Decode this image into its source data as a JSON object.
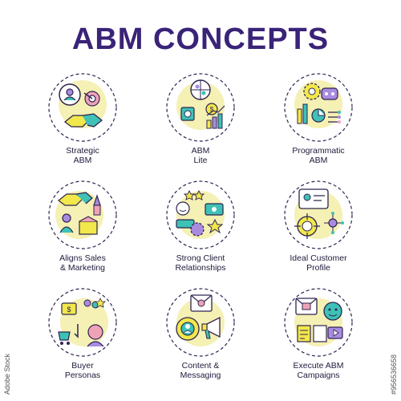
{
  "title": "ABM CONCEPTS",
  "colors": {
    "title": "#3a2378",
    "outline": "#2d2450",
    "yellow": "#f2e84b",
    "teal": "#3ec1b6",
    "purple": "#a98be0",
    "pink": "#f0a2b8",
    "halo": "#f5f0b4"
  },
  "icons": [
    {
      "name": "strategic-abm-icon",
      "label": "Strategic\nABM"
    },
    {
      "name": "abm-lite-icon",
      "label": "ABM\nLite"
    },
    {
      "name": "programmatic-abm-icon",
      "label": "Programmatic\nABM"
    },
    {
      "name": "aligns-sales-marketing-icon",
      "label": "Aligns Sales\n& Marketing"
    },
    {
      "name": "strong-client-relationships-icon",
      "label": "Strong Client\nRelationships"
    },
    {
      "name": "ideal-customer-profile-icon",
      "label": "Ideal Customer\nProfile"
    },
    {
      "name": "buyer-personas-icon",
      "label": "Buyer\nPersonas"
    },
    {
      "name": "content-messaging-icon",
      "label": "Content &\nMessaging"
    },
    {
      "name": "execute-abm-campaigns-icon",
      "label": "Execute ABM\nCampaigns"
    }
  ],
  "watermark": "#956536658",
  "stock_mark": "Adobe Stock"
}
